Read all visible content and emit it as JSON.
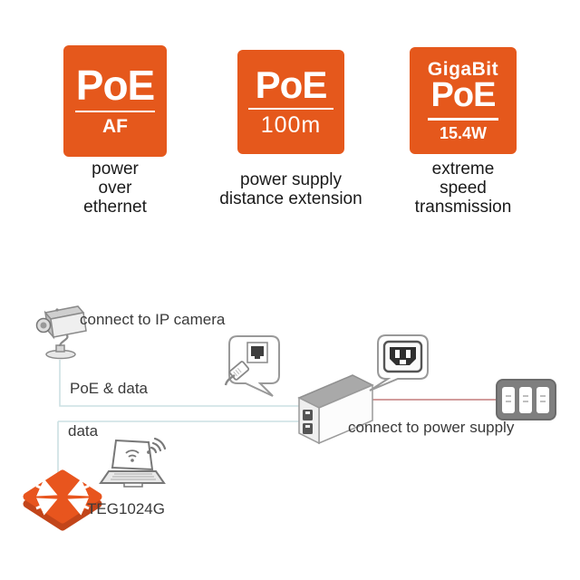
{
  "badges": [
    {
      "title": "PoE",
      "subtitle": "AF",
      "caption": [
        "power",
        "over",
        "ethernet"
      ]
    },
    {
      "title": "PoE",
      "subtitle": "100m",
      "caption": [
        "power supply",
        "distance extension"
      ]
    },
    {
      "pretitle": "GigaBit",
      "title": "PoE",
      "subtitle": "15.4W",
      "caption": [
        "extreme",
        "speed",
        "transmission"
      ]
    }
  ],
  "diagram": {
    "camera_label": "connect to IP camera",
    "poe_data_label": "PoE & data",
    "data_label": "data",
    "switch_label": "TEG1024G",
    "power_label": "connect to power supply",
    "icons": [
      "ip-camera-icon",
      "laptop-wifi-icon",
      "switch-icon",
      "poe-injector-icon",
      "ethernet-port-bubble-icon",
      "power-inlet-bubble-icon",
      "power-strip-icon"
    ],
    "colors": {
      "badge_orange": "#E5581C",
      "switch_orange": "#E8551E",
      "switch_orange_dark": "#C2451A",
      "network_line": "#CCE0E3",
      "power_line": "#C47C7C"
    }
  }
}
